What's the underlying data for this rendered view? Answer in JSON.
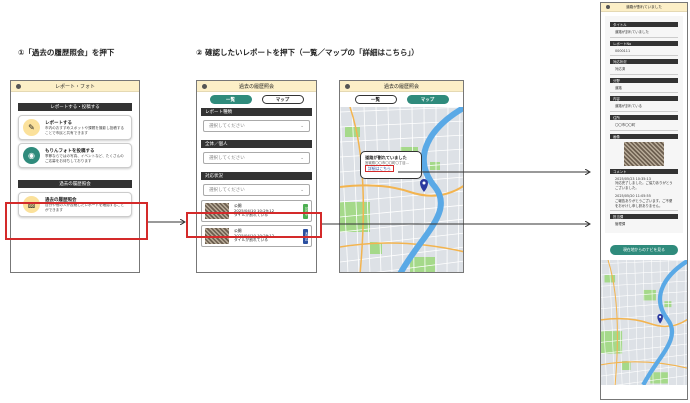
{
  "steps": {
    "step1": "①「過去の履歴照会」を押下",
    "step2": "② 確認したいレポートを押下（一覧／マップの「詳細はこちら」）"
  },
  "screen1": {
    "header": "レポート・フォト",
    "section1": "レポートする・投稿する",
    "cards": [
      {
        "title": "レポートする",
        "desc": "市内のおすすめスポットや課題を撮影し投稿することで市民と共有できます",
        "icon": "pencil-icon"
      },
      {
        "title": "もりんフォトを投稿する",
        "desc": "季節ならではの写真、イベントなど、たくさんのご応募をお待ちしております",
        "icon": "camera-icon"
      }
    ],
    "section2": "過去の履歴照会",
    "history_card": {
      "title": "過去の履歴照会",
      "desc": "自分や他の人が投稿したレポートを確認することができます",
      "icon": "image-icon"
    }
  },
  "screen2": {
    "header": "過去の履歴照会",
    "tabs": [
      "一覧",
      "マップ"
    ],
    "filters": [
      {
        "label": "レポート種類",
        "placeholder": "選択してください"
      },
      {
        "label": "全体／個人",
        "placeholder": "選択してください"
      },
      {
        "label": "対応状況",
        "placeholder": "選択してください"
      }
    ],
    "items": [
      {
        "status": "公開",
        "date": "2025/04/10 10:29:12",
        "title": "タイルが割れている",
        "badge": "対応中",
        "badge_color": "#4caf50"
      },
      {
        "status": "公開",
        "date": "2025/04/10 10:29:12",
        "title": "タイルが割れている",
        "badge": "未対応",
        "badge_color": "#2b4fa0"
      }
    ]
  },
  "screen3": {
    "header": "過去の履歴照会",
    "tabs": [
      "一覧",
      "マップ"
    ],
    "popup": {
      "title": "道路が割れていました",
      "address": "宮城県〇〇市〇〇町〇丁目...",
      "link": "詳細はこちら"
    }
  },
  "screen4": {
    "header": "道路が割れていました",
    "fields": [
      {
        "label": "タイトル",
        "value": "道路が割れていました"
      },
      {
        "label": "レポートNo",
        "value": "0000111"
      },
      {
        "label": "対応状況",
        "value": "対応済"
      },
      {
        "label": "分野",
        "value": "道路"
      },
      {
        "label": "内容",
        "value": "道路が割れている"
      },
      {
        "label": "住所",
        "value": "〇〇市〇〇町"
      }
    ],
    "image_label": "画像",
    "comment_label": "コメント",
    "comments": [
      {
        "date": "2025/05/23 10:35:13",
        "text": "対応完了しました。ご協力ありがとうございました。"
      },
      {
        "date": "2025/05/20 11:05:55",
        "text": "ご報告ありがとうございます。ご不便をおかけし申し訳ありません。"
      }
    ],
    "dept_label": "担当課",
    "dept_value": "管理課",
    "nav_button": "現在地からのナビを見る"
  },
  "colors": {
    "accent": "#2f8b7c",
    "header_bg": "#fcefc7",
    "highlight": "#d42a2a",
    "river": "#5aa9e6",
    "road": "#f3b44f",
    "park": "#a5d98a",
    "pin": "#2b3aa0"
  }
}
